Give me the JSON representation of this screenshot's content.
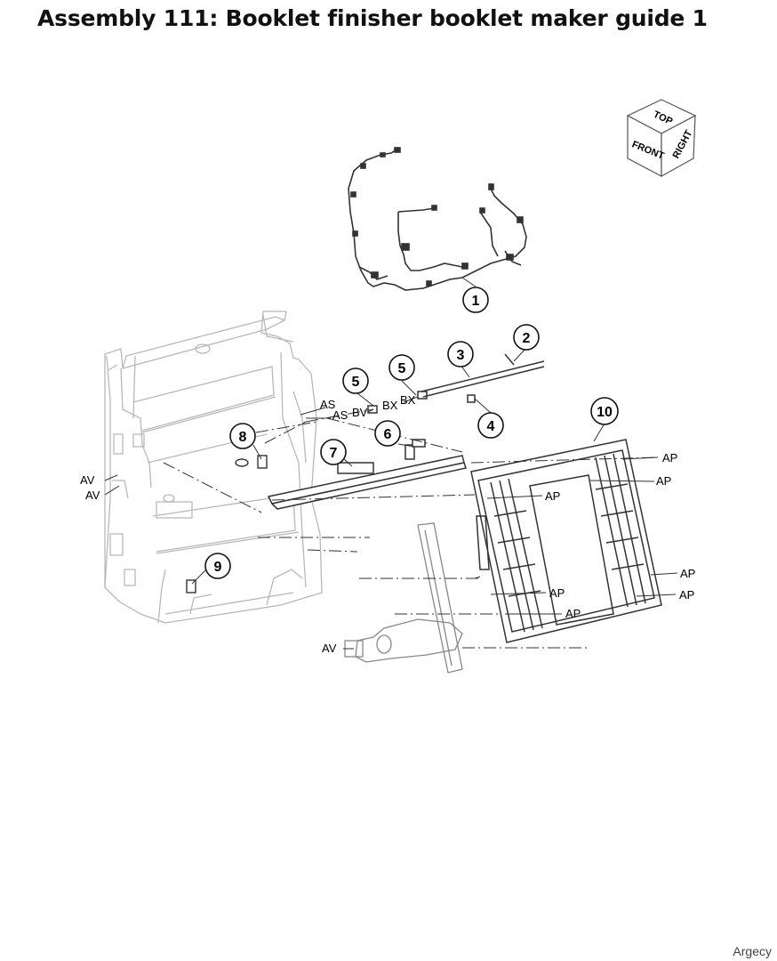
{
  "title": "Assembly 111: Booklet finisher booklet maker guide 1",
  "orientation_cube": {
    "top": "TOP",
    "front": "FRONT",
    "right": "RIGHT"
  },
  "callouts": [
    "1",
    "2",
    "3",
    "4",
    "5",
    "5",
    "6",
    "7",
    "8",
    "9",
    "10"
  ],
  "ref_labels": {
    "as": "AS",
    "bv": "BV",
    "bx": "BX",
    "av": "AV",
    "ap": "AP"
  },
  "watermark": "Argecy"
}
